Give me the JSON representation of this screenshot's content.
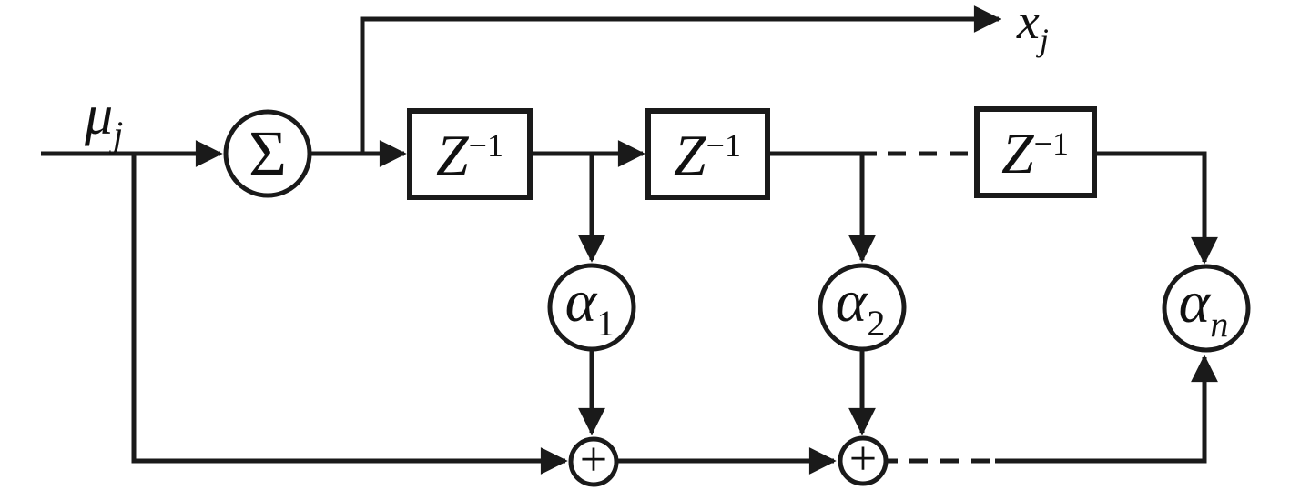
{
  "diagram": {
    "type": "signal-flow-block-diagram",
    "colors": {
      "line": "#1a1a1a",
      "background": "#ffffff"
    },
    "labels": {
      "input": {
        "base": "μ",
        "sub": "j"
      },
      "output": {
        "base": "x",
        "sub": "j"
      }
    },
    "summation_node": {
      "symbol": "Σ"
    },
    "delay_blocks": [
      {
        "base": "Z",
        "sup": "−1"
      },
      {
        "base": "Z",
        "sup": "−1"
      },
      {
        "base": "Z",
        "sup": "−1"
      }
    ],
    "gain_nodes": [
      {
        "base": "α",
        "sub": "1"
      },
      {
        "base": "α",
        "sub": "2"
      },
      {
        "base": "α",
        "sub": "n"
      }
    ],
    "adder_nodes": [
      {
        "symbol": "+"
      },
      {
        "symbol": "+"
      }
    ]
  }
}
